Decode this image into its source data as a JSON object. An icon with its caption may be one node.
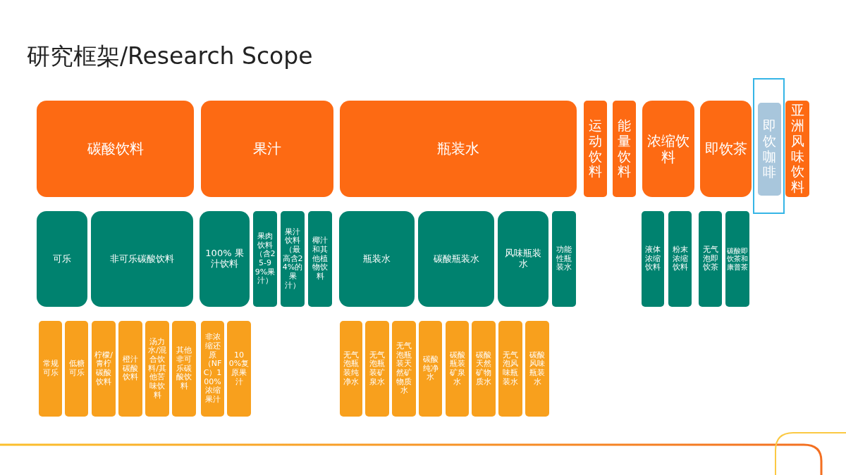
{
  "diagram": {
    "title": "研究框架/Research Scope",
    "nodes": [
      {
        "text": [
          "碳酸饮料"
        ]
      },
      {
        "text": [
          "果汁"
        ]
      },
      {
        "text": [
          "瓶装水"
        ]
      },
      {
        "text": [
          "运动饮料"
        ]
      },
      {
        "text": [
          "能量饮料"
        ]
      },
      {
        "text": [
          "浓缩饮料"
        ]
      },
      {
        "text": [
          "即饮茶"
        ]
      },
      {
        "text": [
          "即饮咖啡"
        ]
      },
      {
        "text": [
          "亚洲风味饮料"
        ]
      },
      {
        "text": [
          "可乐"
        ]
      },
      {
        "text": [
          "非可乐碳酸饮料"
        ]
      },
      {
        "text": [
          "100% 果汁饮料"
        ]
      },
      {
        "text": [
          "果肉饮料（含25-99%果汁）"
        ]
      },
      {
        "text": [
          "果汁饮料（最高含24%的果汁）"
        ]
      },
      {
        "text": [
          "椰汁和其他植物饮料"
        ]
      },
      {
        "text": [
          "瓶装水"
        ]
      },
      {
        "text": [
          "碳酸瓶装水"
        ]
      },
      {
        "text": [
          "风味瓶装水"
        ]
      },
      {
        "text": [
          "功能性瓶装水"
        ]
      },
      {
        "text": [
          "液体浓缩饮料"
        ]
      },
      {
        "text": [
          "粉末浓缩饮料"
        ]
      },
      {
        "text": [
          "无气泡即饮茶"
        ]
      },
      {
        "text": [
          "碳酸即饮茶和康普茶"
        ]
      },
      {
        "text": [
          "常规可乐"
        ]
      },
      {
        "text": [
          "低糖可乐"
        ]
      },
      {
        "text": [
          "柠檬/青柠碳酸饮料"
        ]
      },
      {
        "text": [
          "橙汁碳酸饮料"
        ]
      },
      {
        "text": [
          "汤力水/混合饮料/其他苦味饮料"
        ]
      },
      {
        "text": [
          "其他非可乐碳酸饮料"
        ]
      },
      {
        "text": [
          "非浓缩还原（NFC）100%浓缩果汁"
        ]
      },
      {
        "text": [
          "100%复原果汁"
        ]
      },
      {
        "text": [
          "无气泡瓶装纯净水"
        ]
      },
      {
        "text": [
          "无气泡瓶装矿泉水"
        ]
      },
      {
        "text": [
          "无气泡瓶装天然矿物质水"
        ]
      },
      {
        "text": [
          "碳酸纯净水"
        ]
      },
      {
        "text": [
          "碳酸瓶装矿泉水"
        ]
      },
      {
        "text": [
          "碳酸天然矿物质水"
        ]
      },
      {
        "text": [
          "无气泡风味瓶装水"
        ]
      },
      {
        "text": [
          "碳酸风味瓶装水"
        ]
      }
    ]
  }
}
